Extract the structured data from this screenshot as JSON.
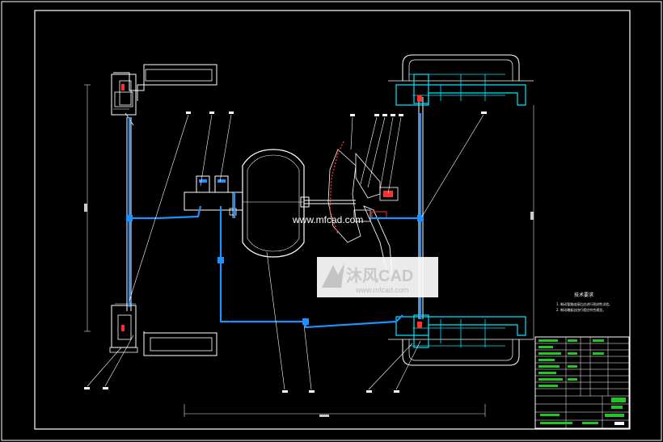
{
  "watermark": {
    "url_text": "www.mfcad.com",
    "logo_text": "沐风CAD",
    "logo_sub": "www.mfcad.com"
  },
  "tech_notes": {
    "heading": "技术要求",
    "lines": [
      "1. 制动管路连接后应进行密封性试验。",
      "2. 制动踏板自由行程应符合规定。"
    ]
  },
  "colors": {
    "background": "#000000",
    "frame": "#ffffff",
    "brake_line": "#1e90ff",
    "wheel_detail": "#00e5ff",
    "leader": "#ffffff",
    "accent_red": "#ff3030",
    "table_green": "#22c522"
  }
}
